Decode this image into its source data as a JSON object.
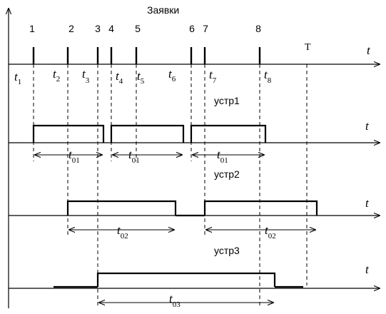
{
  "title": "Заявки",
  "axis_symbol": "t",
  "horizon_label": "T",
  "request_numbers": [
    "1",
    "2",
    "3",
    "4",
    "5",
    "6",
    "7",
    "8"
  ],
  "time_labels": [
    {
      "main": "t",
      "sub": "1"
    },
    {
      "main": "t",
      "sub": "2"
    },
    {
      "main": "t",
      "sub": "3"
    },
    {
      "main": "t",
      "sub": "4"
    },
    {
      "main": "t",
      "sub": "5"
    },
    {
      "main": "t",
      "sub": "6"
    },
    {
      "main": "t",
      "sub": "7"
    },
    {
      "main": "t",
      "sub": "8"
    }
  ],
  "devices": [
    {
      "name": "устр1",
      "duration": {
        "main": "t",
        "sub": "01"
      }
    },
    {
      "name": "устр2",
      "duration": {
        "main": "t",
        "sub": "02"
      }
    },
    {
      "name": "устр3",
      "duration": {
        "main": "t",
        "sub": "03"
      }
    }
  ]
}
